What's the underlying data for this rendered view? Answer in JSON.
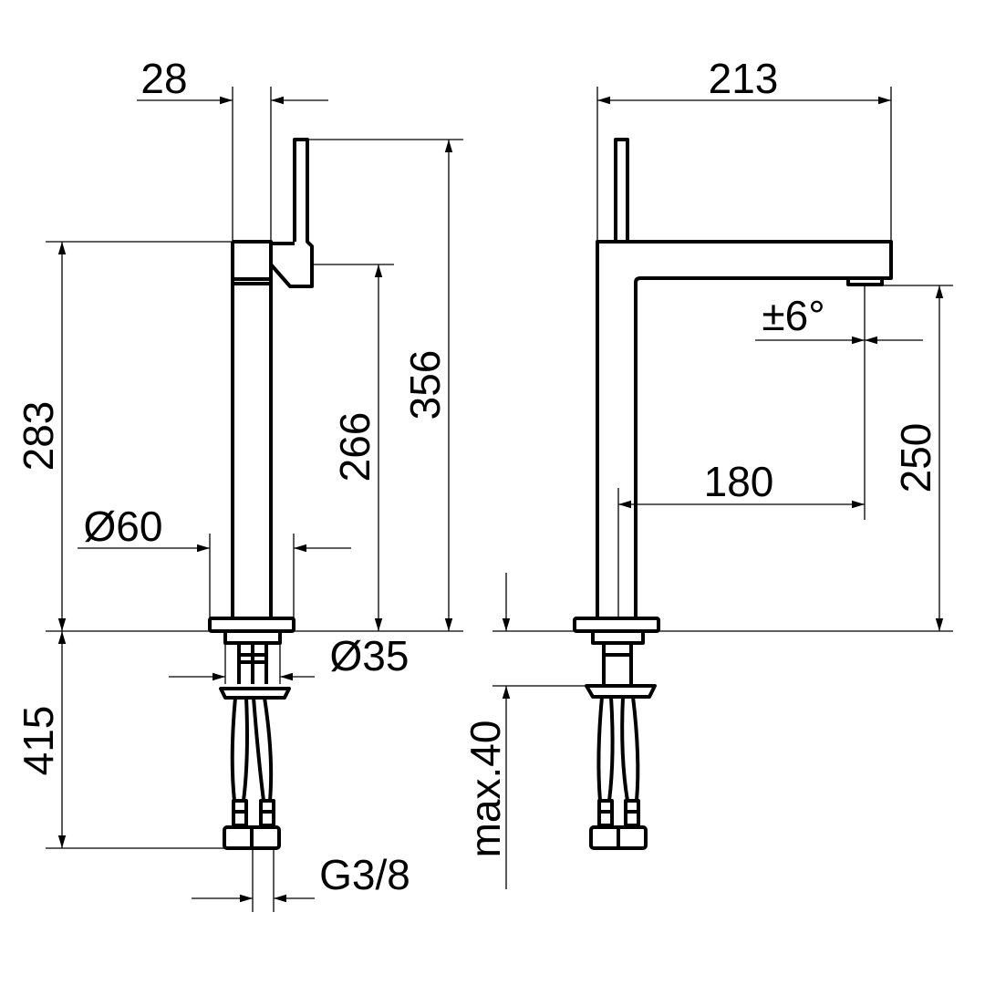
{
  "drawing": {
    "front_view": {
      "dim_handle_width": "28",
      "dim_body_height": "283",
      "dim_spout_height": "266",
      "dim_total_height": "356",
      "dim_base_diameter": "Ø60",
      "dim_shank_diameter": "Ø35",
      "dim_hose_length": "415",
      "dim_thread": "G3/8"
    },
    "side_view": {
      "dim_total_depth": "213",
      "dim_swivel": "±6°",
      "dim_projection": "180",
      "dim_outlet_height": "250",
      "dim_max_thickness": "max.40"
    }
  }
}
